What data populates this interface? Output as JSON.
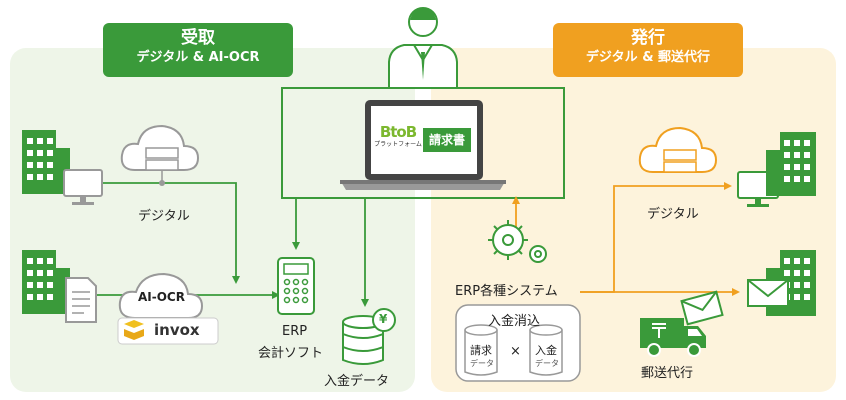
{
  "receive": {
    "title": "受取",
    "subtitle": "デジタル & AI-OCR"
  },
  "issue": {
    "title": "発行",
    "subtitle": "デジタル & 郵送代行"
  },
  "platform": {
    "logo_main": "BtoB",
    "logo_sub": "プラットフォーム",
    "badge": "請求書"
  },
  "left": {
    "digital_label": "デジタル",
    "aiocr_label": "AI-OCR",
    "invox_label": "invox",
    "erp_label_line1": "ERP",
    "erp_label_line2": "会計ソフト",
    "payment_data_label": "入金データ",
    "yen_symbol": "¥"
  },
  "right": {
    "digital_label": "デジタル",
    "erp_systems_label": "ERP各種システム",
    "reconcile_title": "入金消込",
    "invoice_data_line1": "請求",
    "invoice_data_line2": "データ",
    "times_symbol": "×",
    "payment_data_line1": "入金",
    "payment_data_line2": "データ",
    "mail_proxy_label": "郵送代行"
  },
  "colors": {
    "green": "#3a9a3a",
    "orange": "#f0a020",
    "green_bg": "#eef5e8",
    "orange_bg": "#fdf3dc",
    "gray_icon": "#999999"
  }
}
